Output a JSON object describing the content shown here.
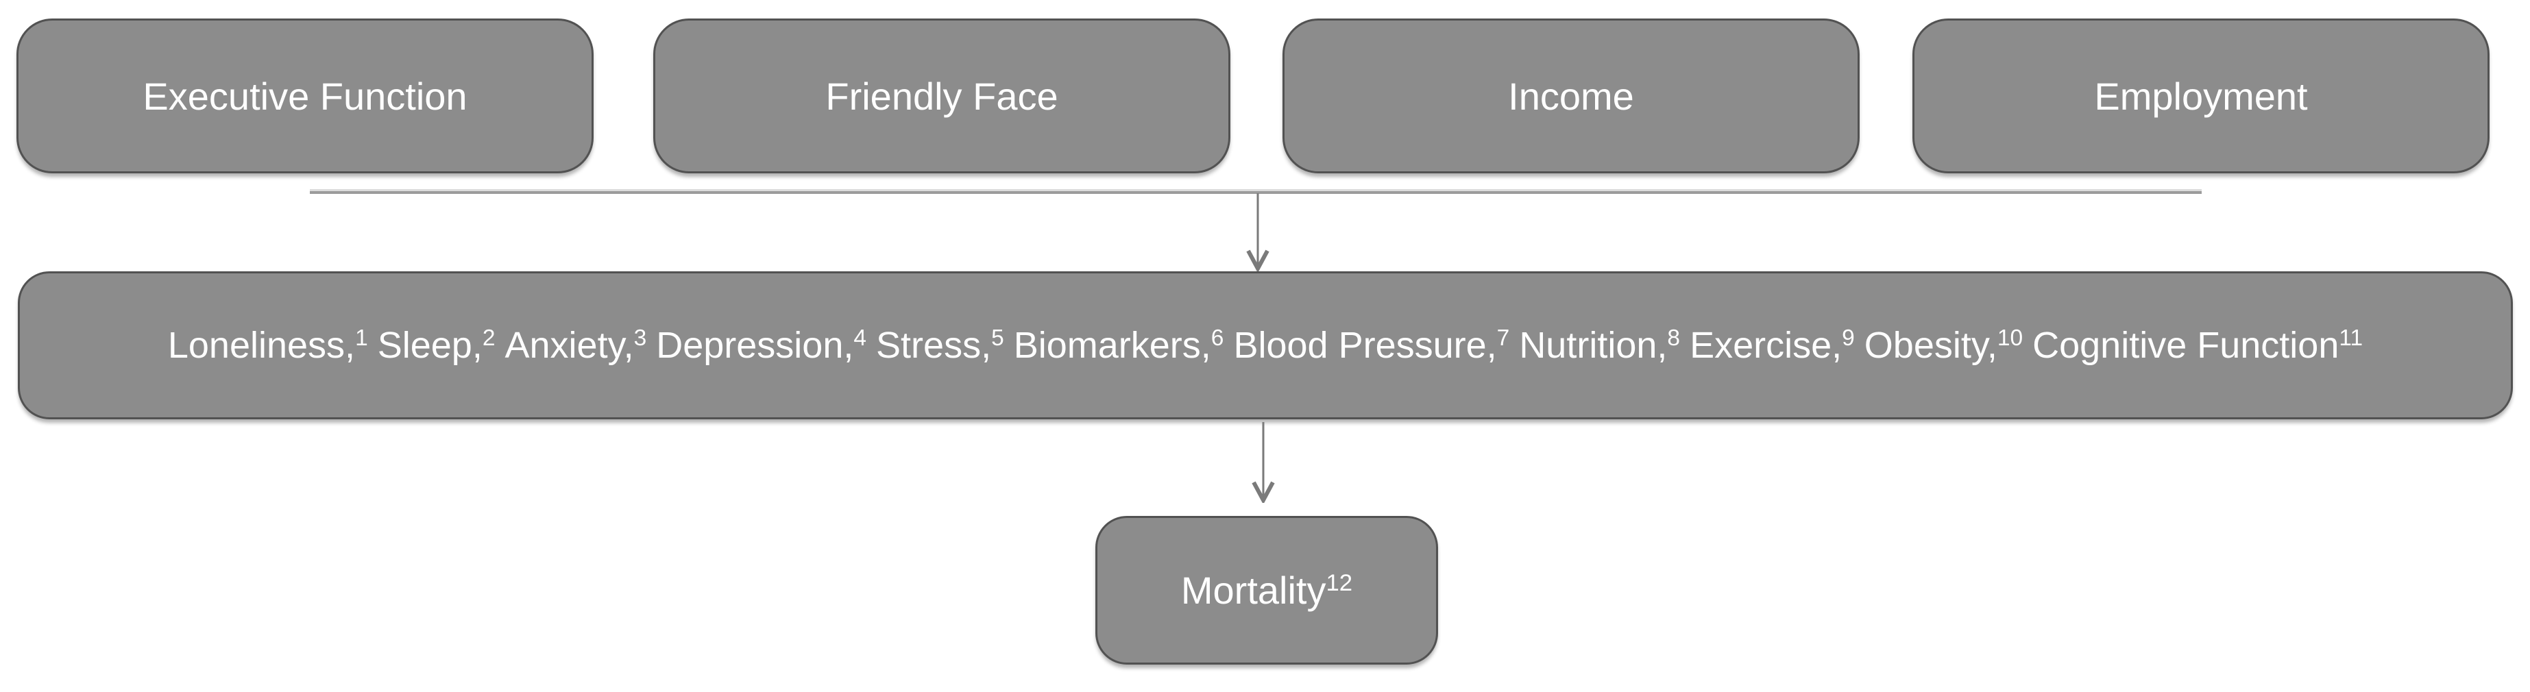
{
  "diagram": {
    "top_row": [
      {
        "label": "Executive Function"
      },
      {
        "label": "Friendly Face"
      },
      {
        "label": "Income"
      },
      {
        "label": "Employment"
      }
    ],
    "mediators": [
      {
        "label": "Loneliness,",
        "sup": "1"
      },
      {
        "label": "Sleep,",
        "sup": "2"
      },
      {
        "label": "Anxiety,",
        "sup": "3"
      },
      {
        "label": "Depression,",
        "sup": "4"
      },
      {
        "label": "Stress,",
        "sup": "5"
      },
      {
        "label": "Biomarkers,",
        "sup": "6"
      },
      {
        "label": "Blood Pressure,",
        "sup": "7"
      },
      {
        "label": "Nutrition,",
        "sup": "8"
      },
      {
        "label": "Exercise,",
        "sup": "9"
      },
      {
        "label": "Obesity,",
        "sup": "10"
      },
      {
        "label": "Cognitive Function",
        "sup": "11"
      }
    ],
    "outcome": {
      "label": "Mortality",
      "sup": "12"
    },
    "colors": {
      "background": "#FFFFFF",
      "box_fill": "#8C8C8C",
      "box_border": "#525252",
      "box_text": "#FFFFFF",
      "connector_light": "#DCDCDC",
      "connector_dark": "#9B9B9B",
      "arrow": "#7A7A7A"
    }
  }
}
